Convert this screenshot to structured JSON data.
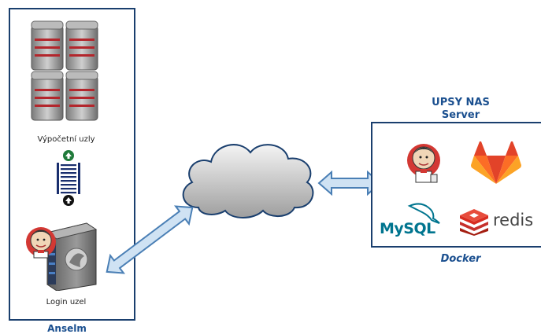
{
  "left_box": {
    "compute_label": "Výpočetní uzly",
    "login_label": "Login uzel",
    "caption": "Anselm"
  },
  "right_box": {
    "title_line1": "UPSY NAS",
    "title_line2": "Server",
    "caption": "Docker",
    "logos": {
      "mysql": "MySQL",
      "redis": "redis"
    }
  },
  "icons": [
    "server-rack-icon",
    "queue-icon",
    "jenkins-icon",
    "gitlab-icon",
    "mysql-icon",
    "redis-icon",
    "cloud-icon",
    "double-arrow-icon"
  ],
  "colors": {
    "box_border": "#1a3f6e",
    "title_blue": "#1a4f8f",
    "arrow_fill": "#cfe2f3",
    "arrow_stroke": "#4a7fb5"
  }
}
